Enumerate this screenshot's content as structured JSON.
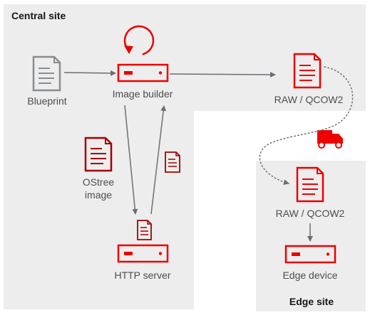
{
  "central_site": {
    "title": "Central site"
  },
  "edge_site": {
    "title": "Edge site"
  },
  "nodes": {
    "blueprint": "Blueprint",
    "image_builder": "Image builder",
    "raw_qcow2_central": "RAW / QCOW2",
    "ostree_image_line1": "OStree",
    "ostree_image_line2": "image",
    "http_server": "HTTP server",
    "raw_qcow2_edge": "RAW / QCOW2",
    "edge_device": "Edge device"
  },
  "colors": {
    "region_fill": "#ededed",
    "accent_red": "#ee0000",
    "dark_red": "#a30000",
    "doc_gray": "#8a8d90",
    "arrow_gray": "#6a6e73",
    "label_gray": "#4d4d4d"
  },
  "icons": [
    "document-icon",
    "server-icon",
    "refresh-icon",
    "truck-icon"
  ]
}
